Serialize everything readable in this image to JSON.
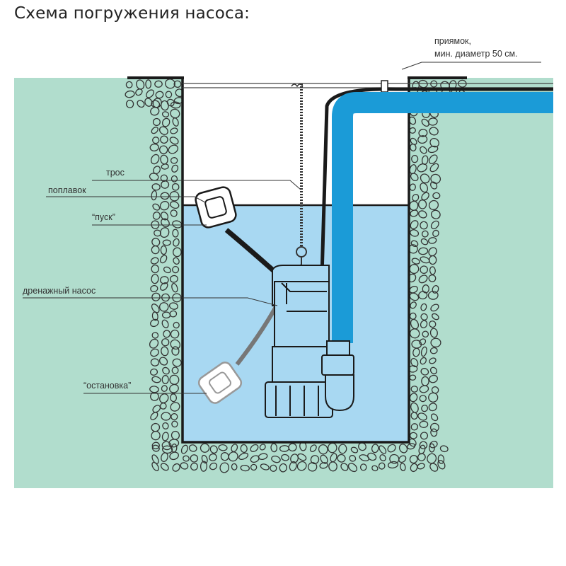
{
  "title": "Схема погружения насоса:",
  "labels": {
    "pit": "приямок,",
    "pit_diameter": "мин. диаметр 50 см.",
    "cable": "трос",
    "float": "поплавок",
    "start": "“пуск”",
    "pump": "дренажный насос",
    "stop": "“остановка”"
  },
  "colors": {
    "ground": "#b1ddcd",
    "water": "#a8d8f2",
    "pipe": "#1b9bd7",
    "outline": "#1a1a1a"
  }
}
